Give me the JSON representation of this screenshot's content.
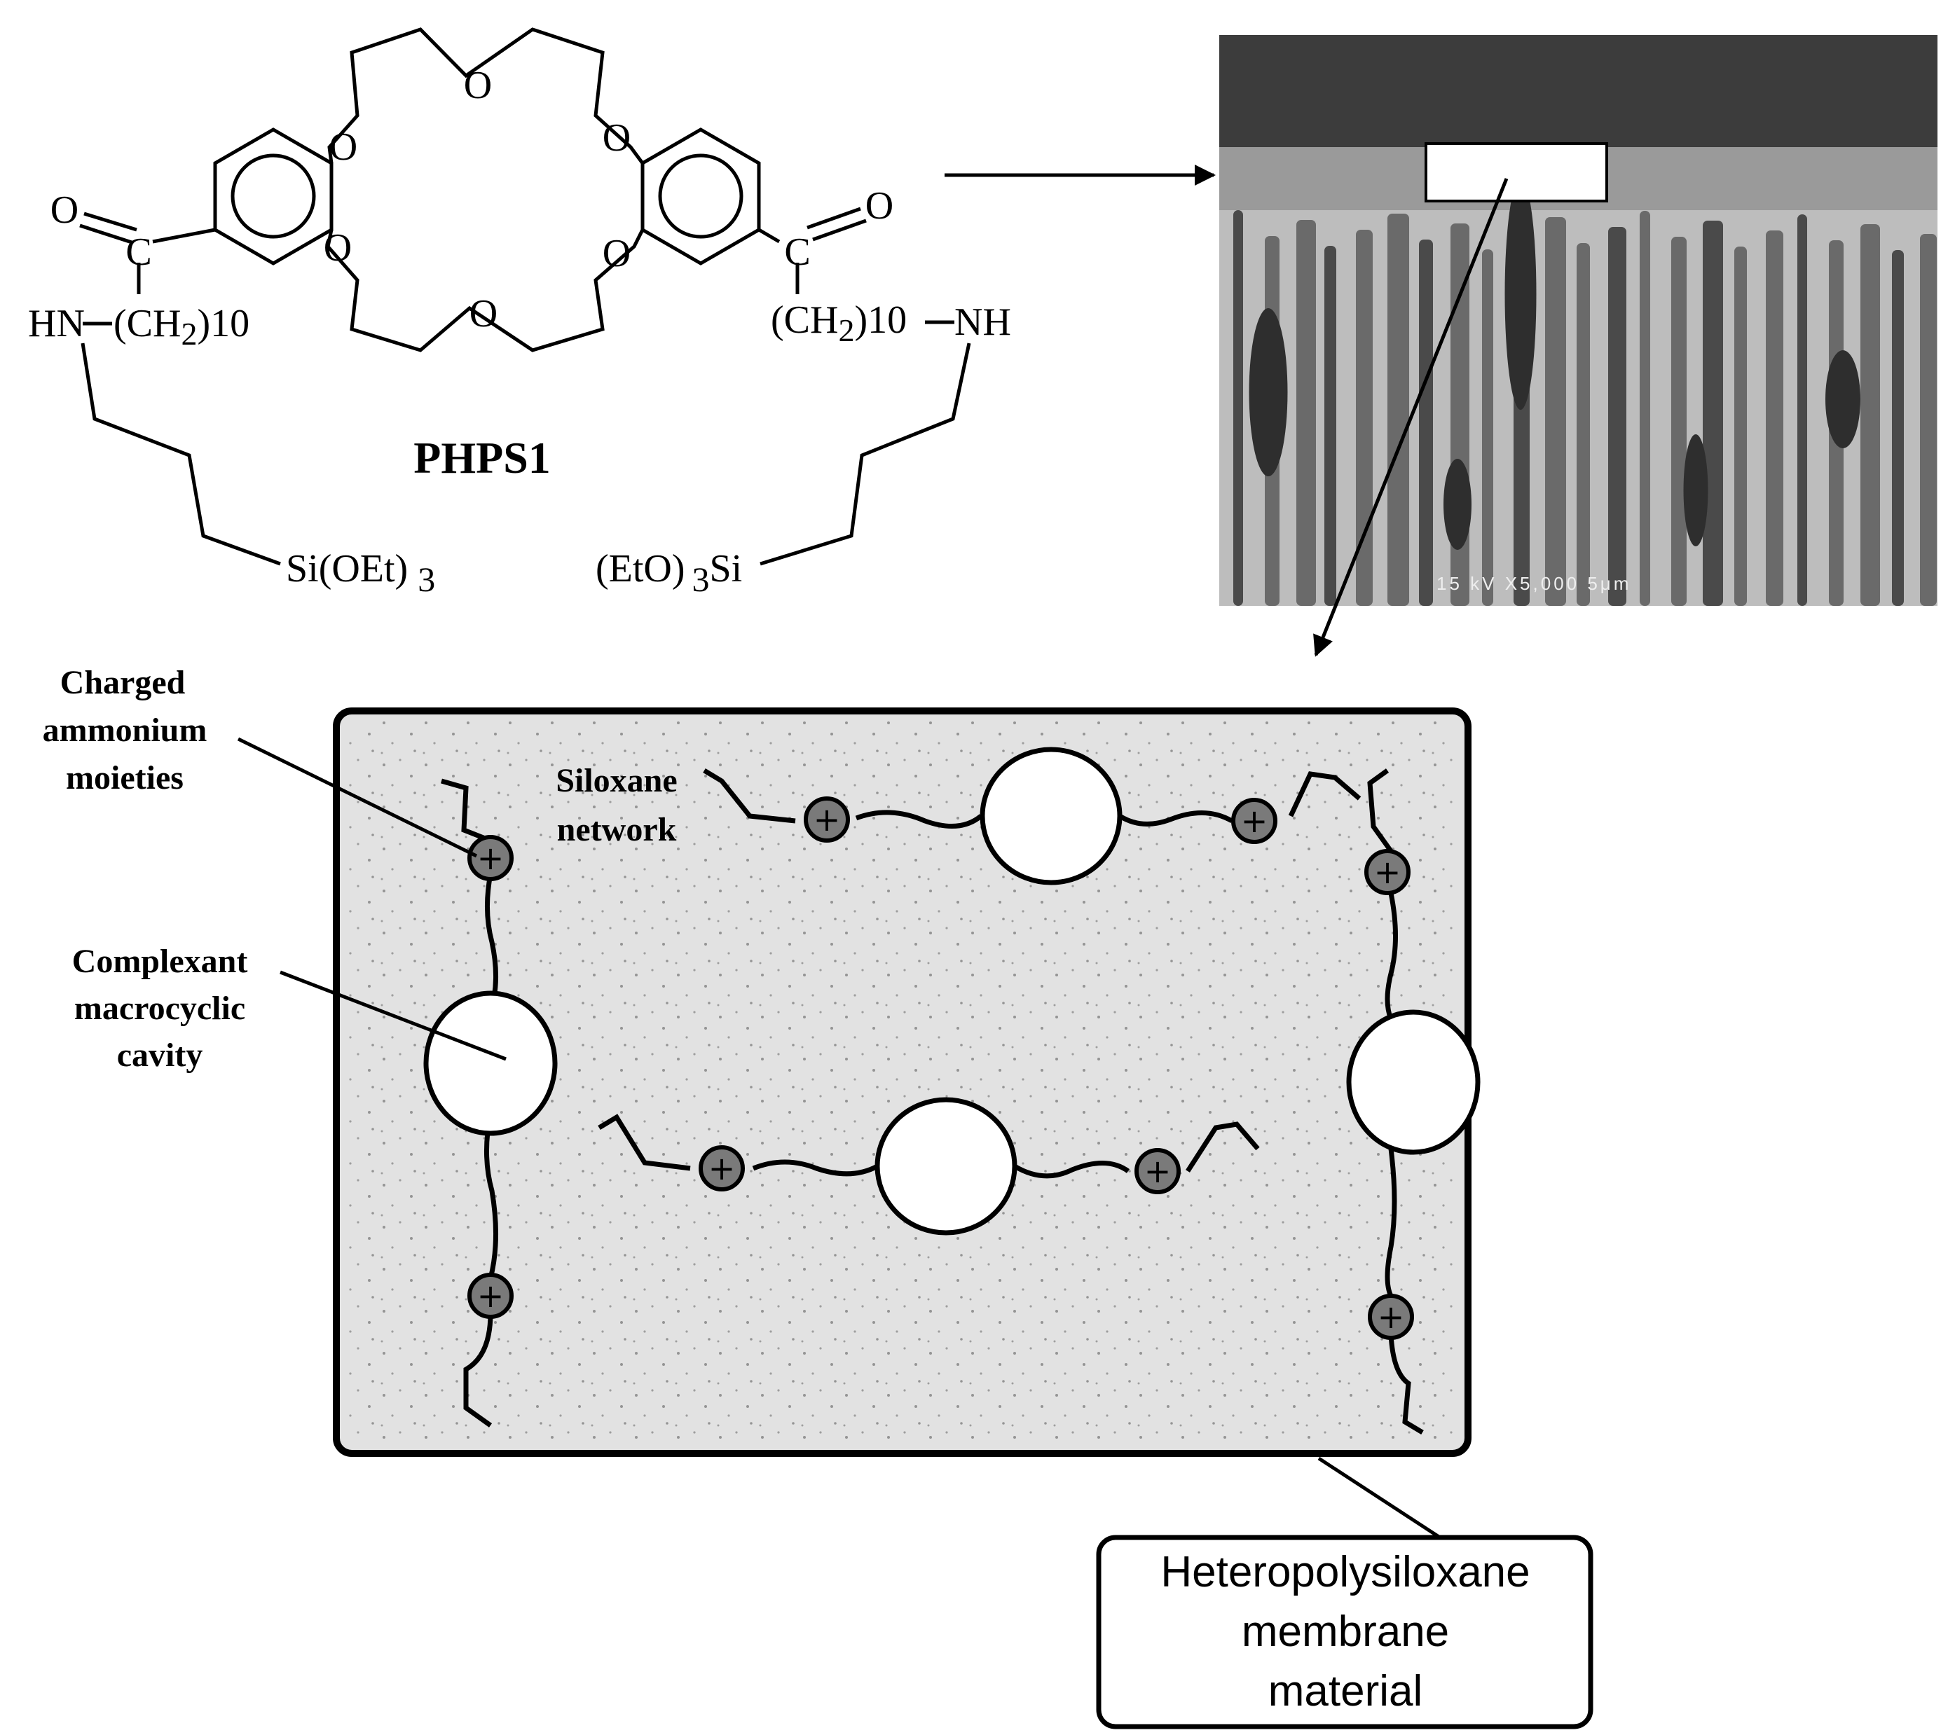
{
  "molecule": {
    "name": "PHPS1",
    "atoms": {
      "o_top": "O",
      "o_left_upper": "O",
      "o_left_lower": "O",
      "o_right_upper": "O",
      "o_right_lower": "O",
      "o_bottom": "O",
      "carbonyl_o_left": "O",
      "carbonyl_o_right": "O",
      "carbonyl_c_left": "C",
      "carbonyl_c_right": "C"
    },
    "left_chain": {
      "amine": "HN",
      "alkyl": "(CH",
      "sub": "2",
      "count": ")10"
    },
    "right_chain": {
      "alkyl": "(CH",
      "sub": "2",
      "count": ")10",
      "amine": "NH"
    },
    "left_silane": {
      "text": "Si(OEt)",
      "sub": "3"
    },
    "right_silane": {
      "pre": "(EtO)",
      "sub": "3",
      "post": "Si"
    }
  },
  "micrograph": {
    "scale_text": "15 kV X5,000 5μm"
  },
  "labels": {
    "charged": [
      "Charged",
      "ammonium",
      "moieties"
    ],
    "siloxane": [
      "Siloxane",
      "network"
    ],
    "complexant": [
      "Complexant",
      "macrocyclic",
      "cavity"
    ],
    "membrane": [
      "Heteropolysiloxane",
      "membrane",
      "material"
    ]
  },
  "symbols": {
    "plus": "+"
  },
  "colors": {
    "line": "#000000",
    "membrane_fill": "#e2e2e2",
    "cation_fill": "#7a7a7a",
    "sem_dark": "#3c3c3c",
    "sem_light": "#b4b4b4"
  }
}
